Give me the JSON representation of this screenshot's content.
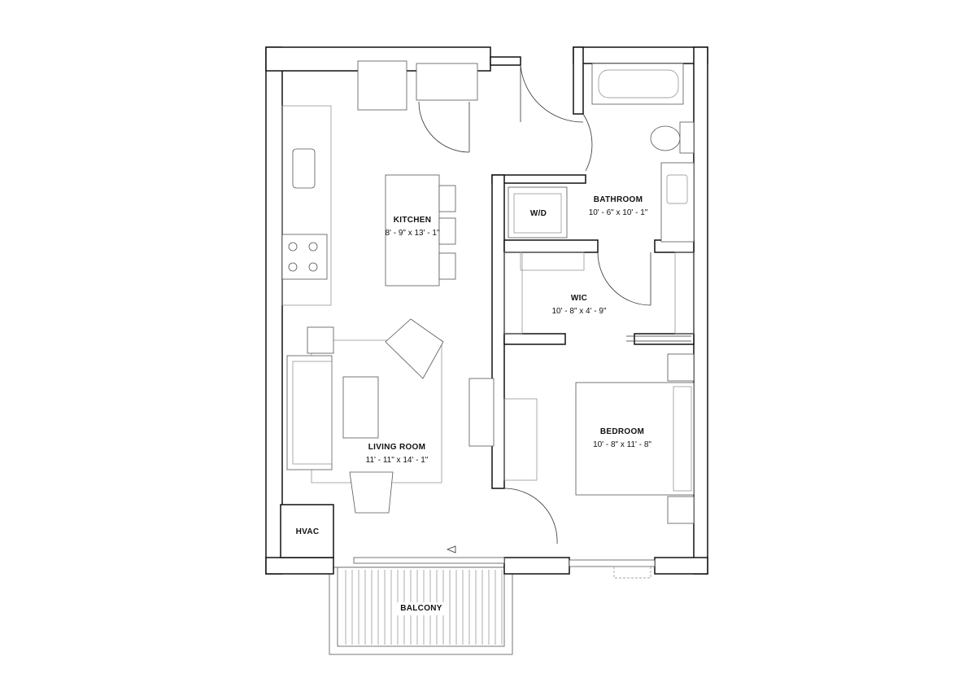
{
  "rooms": {
    "kitchen": {
      "name": "KITCHEN",
      "dims": "8' - 9\" x 13' - 1\""
    },
    "bathroom": {
      "name": "BATHROOM",
      "dims": "10' - 6\" x 10' - 1\""
    },
    "wd": {
      "name": "W/D"
    },
    "wic": {
      "name": "WIC",
      "dims": "10' - 8\" x 4' - 9\""
    },
    "bedroom": {
      "name": "BEDROOM",
      "dims": "10' - 8\" x 11' - 8\""
    },
    "living": {
      "name": "LIVING ROOM",
      "dims": "11' - 11\" x 14' - 1\""
    },
    "hvac": {
      "name": "HVAC"
    },
    "balcony": {
      "name": "BALCONY"
    }
  }
}
